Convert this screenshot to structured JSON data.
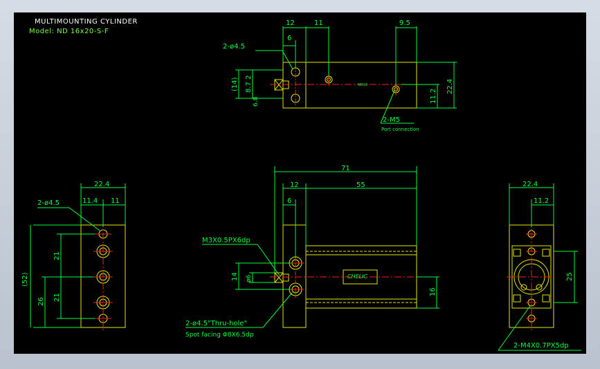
{
  "title": "MULTIMOUNTING CYLINDER",
  "model": "Model: ND 16x20-S-F",
  "colors": {
    "background": "#000000",
    "body": "#e6e600",
    "dimension": "#00ff40",
    "centerline": "#ff2020",
    "text": "#00ff40"
  },
  "top_view": {
    "dim_12": "12",
    "dim_11": "11",
    "dim_9_5": "9.5",
    "dim_6": "6",
    "hole_label": "2-ø4.5",
    "dim_14": "(14)",
    "dim_8_7_2": "8.7 2",
    "dim_6_8": "6.8",
    "dim_11_2": "11.2",
    "dim_22_4": "22.4",
    "port_label": "2-M5",
    "port_note": "Port connection",
    "rod_mark": "ND16"
  },
  "left_view": {
    "dim_22_4": "22.4",
    "dim_11_4": "11.4",
    "dim_11": "11",
    "hole_label": "2-ø4.5",
    "dim_52": "(52)",
    "dim_26": "26",
    "dim_21a": "21",
    "dim_21b": "21"
  },
  "front_view": {
    "dim_71": "71",
    "dim_12": "12",
    "dim_55": "55",
    "dim_6": "6",
    "thread_label": "M3X0.5PX6dp",
    "dim_14": "14",
    "dim_phi6": "ø6",
    "dim_16": "16",
    "hole_label": "2-ø4.5\"Thru-hole\"",
    "spot_label": "Spot facing  Φ8X6.5dp",
    "logo": "CHELIC"
  },
  "right_view": {
    "dim_22_4": "22.4",
    "dim_11_2": "11.2",
    "dim_25": "25",
    "tap_label": "2-M4X0.7PX5dp"
  }
}
